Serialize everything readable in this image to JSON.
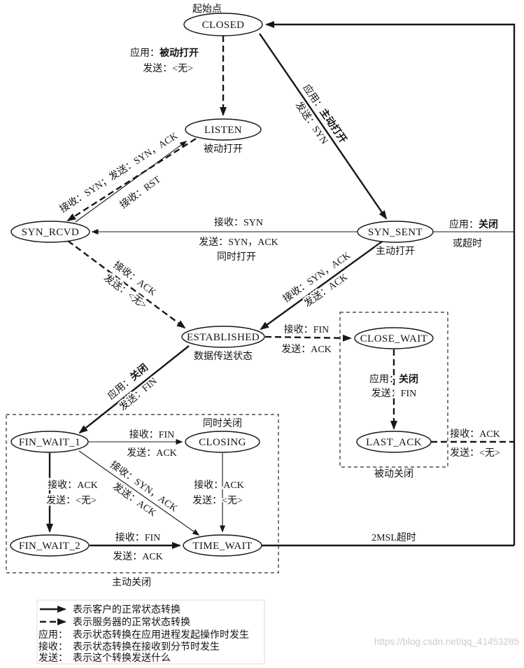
{
  "diagram": {
    "start_label": "起始点",
    "nodes": {
      "closed": {
        "label": "CLOSED"
      },
      "listen": {
        "label": "LISTEN",
        "sub": "被动打开"
      },
      "syn_rcvd": {
        "label": "SYN_RCVD"
      },
      "syn_sent": {
        "label": "SYN_SENT",
        "sub": "主动打开"
      },
      "established": {
        "label": "ESTABLISHED",
        "sub": "数据传送状态"
      },
      "close_wait": {
        "label": "CLOSE_WAIT"
      },
      "last_ack": {
        "label": "LAST_ACK"
      },
      "fin_wait_1": {
        "label": "FIN_WAIT_1"
      },
      "closing": {
        "label": "CLOSING",
        "sub": "同时关闭"
      },
      "fin_wait_2": {
        "label": "FIN_WAIT_2"
      },
      "time_wait": {
        "label": "TIME_WAIT"
      }
    },
    "groups": {
      "active_close": "主动关闭",
      "passive_close": "被动关闭"
    },
    "edges": {
      "closed_listen": {
        "l1": "应用：",
        "l1b": "被动打开",
        "l2": "发送：<无>"
      },
      "closed_syn_sent": {
        "l1": "应用：",
        "l1b": "主动打开",
        "l2": "发送：SYN"
      },
      "listen_syn_rcvd": {
        "l1": "接收：SYN；发送：SYN，ACK"
      },
      "syn_rcvd_listen": {
        "l1": "接收：RST"
      },
      "syn_sent_syn_rcvd": {
        "l1": "接收：SYN",
        "l2": "发送：SYN，ACK",
        "l3": "同时打开"
      },
      "syn_rcvd_established": {
        "l1": "接收：ACK",
        "l2": "发送：<无>"
      },
      "syn_sent_established": {
        "l1": "接收：SYN，ACK",
        "l2": "发送：ACK"
      },
      "established_close_wait": {
        "l1": "接收：FIN",
        "l2": "发送：ACK"
      },
      "close_wait_last_ack": {
        "l1": "应用：",
        "l1b": "关闭",
        "l2": "发送：FIN"
      },
      "last_ack_closed": {
        "l1": "接收：ACK",
        "l2": "发送：<无>"
      },
      "established_fin_wait_1": {
        "l1": "应用：",
        "l1b": "关闭",
        "l2": "发送：FIN"
      },
      "fin_wait_1_closing": {
        "l1": "接收：FIN",
        "l2": "发送：ACK"
      },
      "fin_wait_1_fin_wait_2": {
        "l1": "接收：ACK",
        "l2": "发送：<无>"
      },
      "fin_wait_1_time_wait": {
        "l1": "接收：SYN，ACK",
        "l2": "发送：ACK"
      },
      "closing_time_wait": {
        "l1": "接收：ACK",
        "l2": "发送：<无>"
      },
      "fin_wait_2_time_wait": {
        "l1": "接收：FIN",
        "l2": "发送：ACK"
      },
      "time_wait_closed": {
        "l1": "2MSL超时"
      },
      "syn_sent_closed": {
        "l1": "应用：",
        "l1b": "关闭",
        "l2": "或超时"
      }
    },
    "legend": {
      "solid": "表示客户的正常状态转换",
      "dashed": "表示服务器的正常状态转换",
      "rows": [
        {
          "term": "应用：",
          "desc": "表示状态转换在应用进程发起操作时发生"
        },
        {
          "term": "接收：",
          "desc": "表示状态转换在接收到分节时发生"
        },
        {
          "term": "发送：",
          "desc": "表示这个转换发送什么"
        }
      ]
    }
  },
  "watermark": "https://blog.csdn.net/qq_41453285"
}
